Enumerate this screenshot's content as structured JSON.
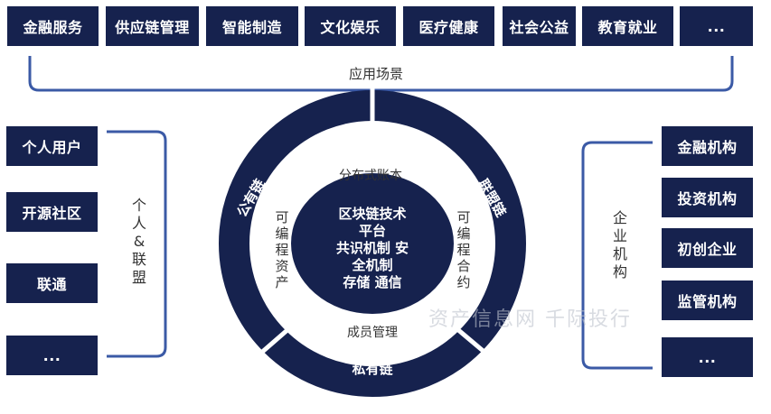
{
  "top_row": {
    "items": [
      "金融服务",
      "供应链管理",
      "智能制造",
      "文化娱乐",
      "医疗健康",
      "社会公益",
      "教育就业",
      "..."
    ],
    "caption": "应用场景"
  },
  "left_column": {
    "items": [
      "个人用户",
      "开源社区",
      "联通",
      "..."
    ],
    "caption": "个人&联盟"
  },
  "right_column": {
    "items": [
      "金融机构",
      "投资机构",
      "初创企业",
      "监管机构",
      "..."
    ],
    "caption": "企业机构"
  },
  "ring": {
    "public_chain": "公有链",
    "consortium_chain": "联盟链",
    "private_chain": "私有链",
    "distributed_ledger": "分布式账本",
    "member_management": "成员管理",
    "programmable_asset": "可编程资产",
    "programmable_contract": "可编程合约"
  },
  "core": {
    "lines": [
      "区块链技术",
      "平台",
      "共识机制 安",
      "全机制",
      "存储 通信"
    ]
  },
  "watermark": "资产信息网 千际投行",
  "colors": {
    "navy": "#16224e",
    "bracket": "#3b5aa6"
  }
}
